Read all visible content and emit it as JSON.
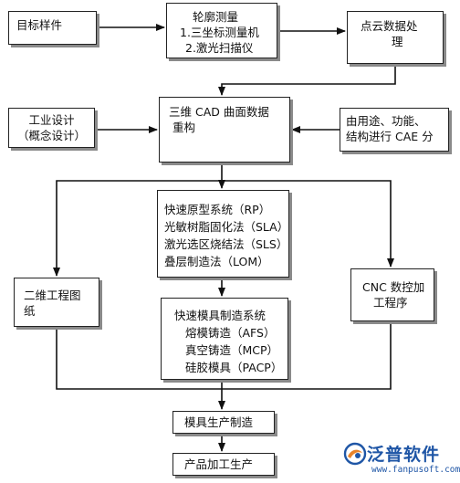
{
  "nodes": {
    "target_part": [
      "目标样件"
    ],
    "contour_measure": [
      "轮廓测量",
      "1.三坐标测量机",
      "2.激光扫描仪"
    ],
    "point_cloud": [
      "点云数据处",
      "理"
    ],
    "industrial_design": [
      "工业设计",
      "（概念设计）"
    ],
    "cad_reconstruct": [
      "三维 CAD 曲面数据",
      "重构"
    ],
    "cae_analysis": [
      "由用途、功能、",
      "结构进行 CAE 分"
    ],
    "rapid_prototype": [
      "快速原型系统（RP）",
      "光敏树脂固化法（SLA）",
      "激光选区烧结法（SLS）",
      "叠层制造法（LOM）"
    ],
    "drawing_2d": [
      "二维工程图",
      "纸"
    ],
    "cnc_program": [
      "CNC 数控加",
      "工程序"
    ],
    "rapid_mold": [
      "快速模具制造系统",
      "熔模铸造（AFS）",
      "真空铸造（MCP）",
      "硅胶模具（PACP）"
    ],
    "mold_production": [
      "模具生产制造"
    ],
    "product_processing": [
      "产品加工生产"
    ]
  },
  "logo": {
    "name": "泛普软件",
    "url": "www.fanpusoft.com",
    "color": "#1f56a6"
  }
}
